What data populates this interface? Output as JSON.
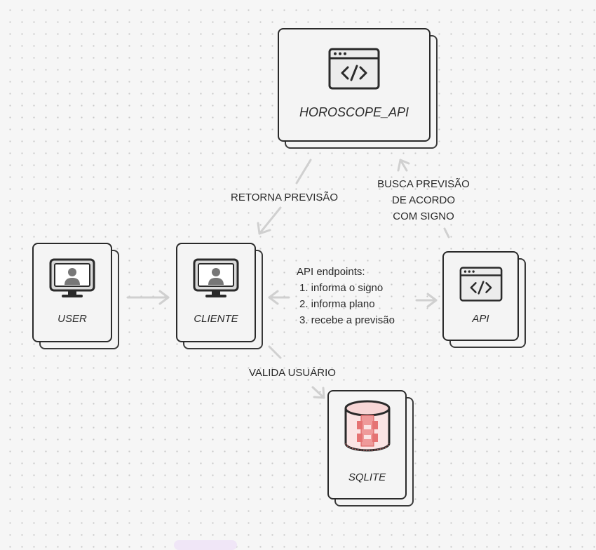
{
  "nodes": {
    "horoscope_api": {
      "label": "HOROSCOPE_API",
      "icon": "code-window-icon"
    },
    "user": {
      "label": "USER",
      "icon": "monitor-user-icon"
    },
    "cliente": {
      "label": "CLIENTE",
      "icon": "monitor-user-icon"
    },
    "api": {
      "label": "API",
      "icon": "code-window-icon"
    },
    "sqlite": {
      "label": "SQLITE",
      "icon": "database-icon"
    }
  },
  "edges": {
    "retorna": "RETORNA PREVISÃO",
    "busca": [
      "BUSCA PREVISÃO",
      "DE ACORDO",
      "COM SIGNO"
    ],
    "valida": "VALIDA USUÁRIO",
    "endpoints": {
      "title": "API endpoints:",
      "items": [
        "1. informa o signo",
        "2. informa plano",
        "3. recebe a previsão"
      ]
    }
  },
  "colors": {
    "stroke": "#2a2a2a",
    "arrow": "#cfcfcf",
    "db_accent": "#e57373"
  }
}
